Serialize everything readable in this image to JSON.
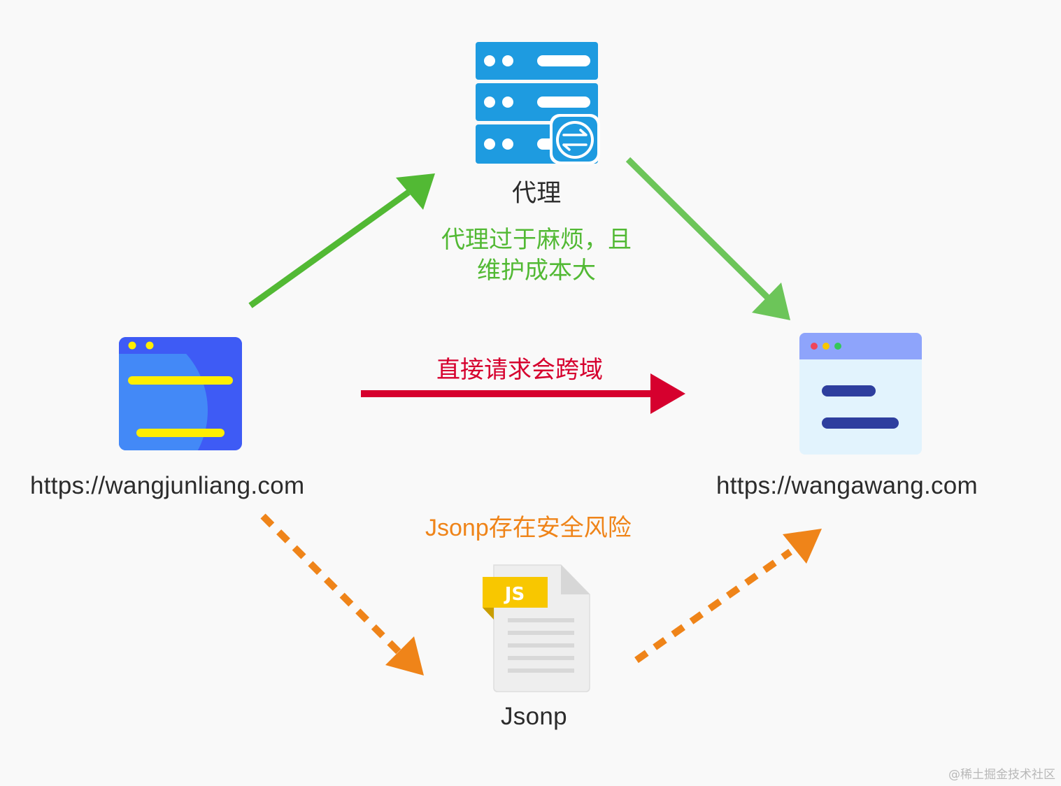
{
  "nodes": {
    "proxy": {
      "label": "代理",
      "icon": "server-proxy-icon"
    },
    "client": {
      "label": "https://wangjunliang.com",
      "icon": "browser-window-icon"
    },
    "server": {
      "label": "https://wangawang.com",
      "icon": "browser-window-icon"
    },
    "jsonp": {
      "label": "Jsonp",
      "icon": "js-file-icon",
      "badge": "JS"
    }
  },
  "edges": {
    "proxy_path": {
      "note_line1": "代理过于麻烦，且",
      "note_line2": "维护成本大",
      "color": "#52b934",
      "color_light": "#6cc559"
    },
    "direct": {
      "note": "直接请求会跨域",
      "color": "#d6002e"
    },
    "jsonp_path": {
      "note": "Jsonp存在安全风险",
      "color": "#ef8419"
    }
  },
  "colors": {
    "server_blue": "#1e9be0",
    "client_blue": "#3e5bf5",
    "client_yellow": "#ffee00",
    "target_header": "#8ea4fb",
    "target_body": "#e2f3fd",
    "target_bars": "#2e3e9e",
    "js_badge": "#f8c700"
  },
  "watermark": "@稀土掘金技术社区"
}
